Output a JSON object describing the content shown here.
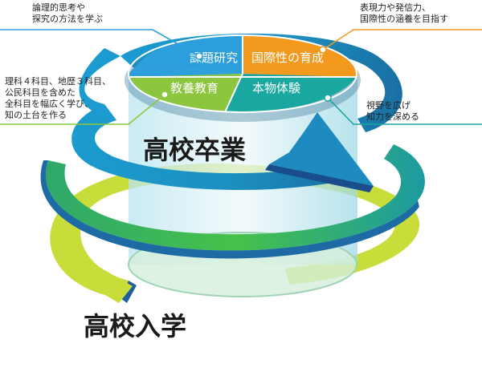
{
  "annotations": {
    "top_left": "論理的思考や\n探究の方法を学ぶ",
    "top_right": "表現力や発信力、\n国際性の涵養を目指す",
    "mid_left": "理科４科目、地歴３科目、\n公民科目を含めた\n全科目を幅広く学び、\n知の土台を作る",
    "mid_right": "視野を広げ\n知力を深める"
  },
  "segments": {
    "research": "課題研究",
    "international": "国際性の育成",
    "liberal_arts": "教養教育",
    "authentic": "本物体験"
  },
  "labels": {
    "graduation": "高校卒業",
    "entrance": "高校入学"
  },
  "colors": {
    "research": "#2d9fdc",
    "international": "#f39a1e",
    "liberal_arts": "#8cc63f",
    "authentic": "#1aa7a0",
    "spiral_upper": "#1a8fc4",
    "spiral_green": "#3dbb3d",
    "spiral_lime": "#c8dc3a"
  }
}
